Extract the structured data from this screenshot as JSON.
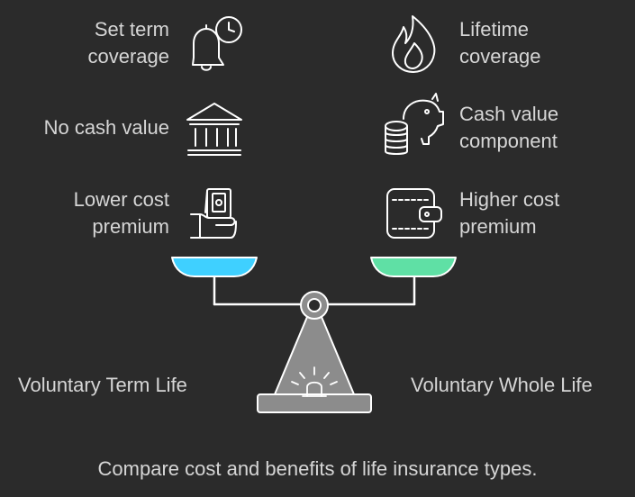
{
  "left_items": [
    {
      "line1": "Set term",
      "line2": "coverage",
      "icon": "alarm-bell-clock-icon"
    },
    {
      "line1": "No cash value",
      "line2": "",
      "icon": "bank-building-icon"
    },
    {
      "line1": "Lower cost",
      "line2": "premium",
      "icon": "hand-holding-money-icon"
    }
  ],
  "right_items": [
    {
      "line1": "Lifetime",
      "line2": "coverage",
      "icon": "flame-icon"
    },
    {
      "line1": "Cash value",
      "line2": "component",
      "icon": "piggy-bank-coins-icon"
    },
    {
      "line1": "Higher cost",
      "line2": "premium",
      "icon": "wallet-icon"
    }
  ],
  "left_title": "Voluntary Term Life",
  "right_title": "Voluntary Whole Life",
  "caption": "Compare cost and benefits of life insurance types.",
  "colors": {
    "background": "#2b2b2b",
    "left_pan": "#3fd0ff",
    "right_pan": "#5fe0a5",
    "outline": "#ffffff",
    "stand": "#8c8c8c"
  }
}
